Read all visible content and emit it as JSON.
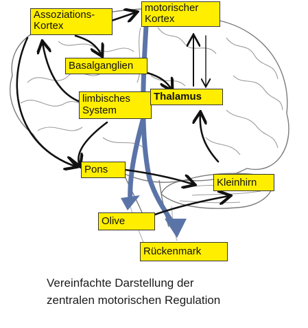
{
  "diagram": {
    "nodes": {
      "assoziationskortex": {
        "line1": "Assoziations-",
        "line2": "Kortex"
      },
      "motorischer_kortex": {
        "line1": "motorischer",
        "line2": "Kortex"
      },
      "basalganglien": {
        "label": "Basalganglien"
      },
      "limbisches_system": {
        "line1": "limbisches",
        "line2": "System"
      },
      "thalamus": {
        "label": "Thalamus"
      },
      "pons": {
        "label": "Pons"
      },
      "kleinhirn": {
        "label": "Kleinhirn"
      },
      "olive": {
        "label": "Olive"
      },
      "rueckenmark": {
        "label": "Rückenmark"
      }
    },
    "edges": [
      {
        "from": "assoziationskortex",
        "to": "motorischer_kortex"
      },
      {
        "from": "assoziationskortex",
        "to": "basalganglien"
      },
      {
        "from": "assoziationskortex",
        "to": "pons"
      },
      {
        "from": "limbisches_system",
        "to": "assoziationskortex"
      },
      {
        "from": "limbisches_system",
        "to": "pons"
      },
      {
        "from": "basalganglien",
        "to": "thalamus"
      },
      {
        "from": "thalamus",
        "to": "motorischer_kortex"
      },
      {
        "from": "motorischer_kortex",
        "to": "thalamus"
      },
      {
        "from": "pons",
        "to": "kleinhirn"
      },
      {
        "from": "kleinhirn",
        "to": "thalamus"
      },
      {
        "from": "olive",
        "to": "kleinhirn"
      },
      {
        "from": "motorischer_kortex",
        "to": "rueckenmark"
      }
    ],
    "colors": {
      "box_fill": "#ffee00",
      "arrow": "#111111",
      "tract": "#5b74a8",
      "brain_outline": "#7a7a7a"
    }
  },
  "caption": {
    "line1": "Vereinfachte Darstellung der",
    "line2": "zentralen motorischen Regulation"
  }
}
